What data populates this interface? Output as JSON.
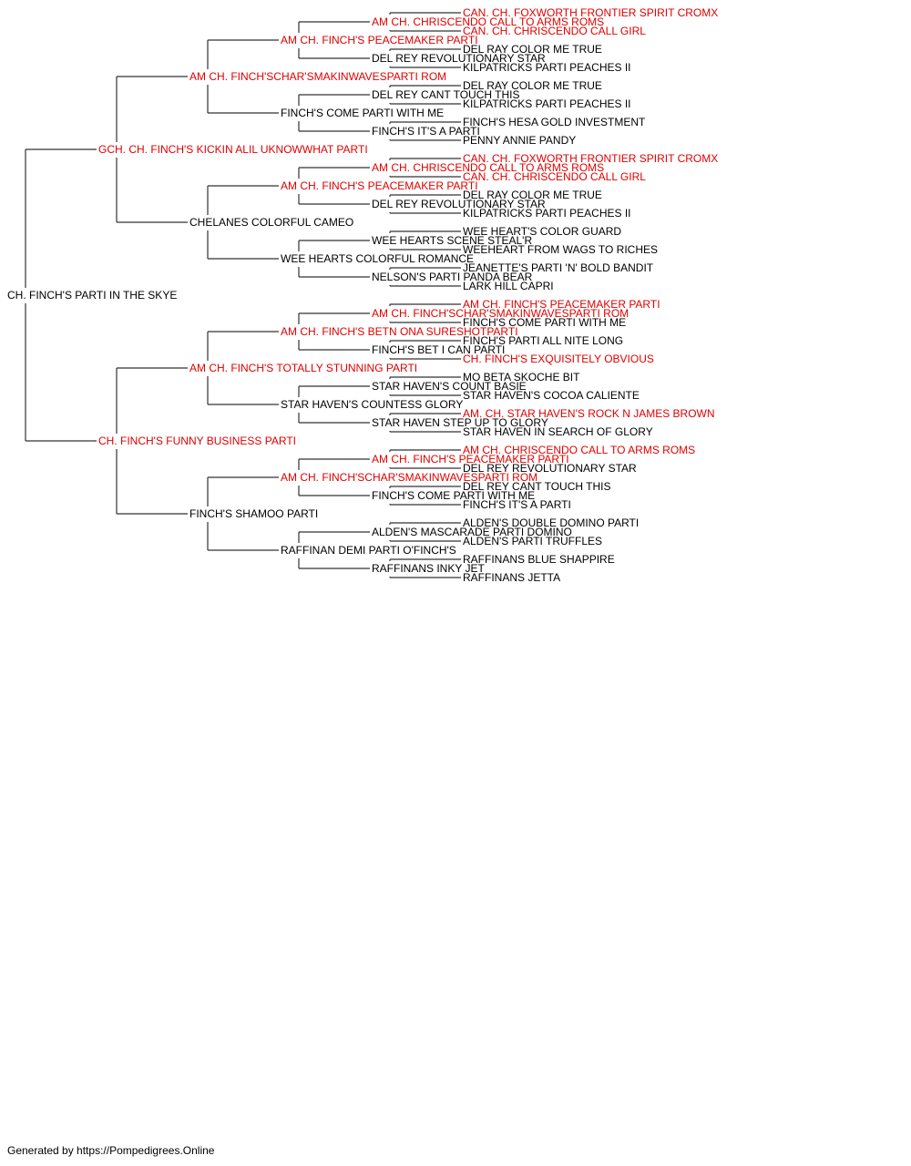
{
  "colors": {
    "titled": "#e00000",
    "plain": "#000000",
    "line": "#333333"
  },
  "pedigree": {
    "n": "CH. FINCH'S PARTI IN THE SKYE",
    "t": false,
    "s": {
      "n": "GCH. CH. FINCH'S KICKIN ALIL UKNOWWHAT PARTI",
      "t": true,
      "s": {
        "n": "AM CH. FINCH'SCHAR'SMAKINWAVESPARTI ROM",
        "t": true,
        "s": {
          "n": "AM CH. FINCH'S PEACEMAKER PARTI",
          "t": true,
          "s": {
            "n": "AM CH. CHRISCENDO CALL TO ARMS ROMS",
            "t": true,
            "s": {
              "n": "CAN. CH. FOXWORTH FRONTIER SPIRIT CROMX",
              "t": true
            },
            "d": {
              "n": "CAN. CH. CHRISCENDO CALL GIRL",
              "t": true
            }
          },
          "d": {
            "n": "DEL REY REVOLUTIONARY STAR",
            "t": false,
            "s": {
              "n": "DEL RAY COLOR ME TRUE",
              "t": false
            },
            "d": {
              "n": "KILPATRICKS PARTI PEACHES II",
              "t": false
            }
          }
        },
        "d": {
          "n": "FINCH'S COME PARTI WITH ME",
          "t": false,
          "s": {
            "n": "DEL REY CANT TOUCH THIS",
            "t": false,
            "s": {
              "n": "DEL RAY COLOR ME TRUE",
              "t": false
            },
            "d": {
              "n": "KILPATRICKS PARTI PEACHES II",
              "t": false
            }
          },
          "d": {
            "n": "FINCH'S IT'S A PARTI",
            "t": false,
            "s": {
              "n": "FINCH'S HESA GOLD INVESTMENT",
              "t": false
            },
            "d": {
              "n": "PENNY ANNIE PANDY",
              "t": false
            }
          }
        }
      },
      "d": {
        "n": "CHELANES COLORFUL CAMEO",
        "t": false,
        "s": {
          "n": "AM CH. FINCH'S PEACEMAKER PARTI",
          "t": true,
          "s": {
            "n": "AM CH. CHRISCENDO CALL TO ARMS ROMS",
            "t": true,
            "s": {
              "n": "CAN. CH. FOXWORTH FRONTIER SPIRIT CROMX",
              "t": true
            },
            "d": {
              "n": "CAN. CH. CHRISCENDO CALL GIRL",
              "t": true
            }
          },
          "d": {
            "n": "DEL REY REVOLUTIONARY STAR",
            "t": false,
            "s": {
              "n": "DEL RAY COLOR ME TRUE",
              "t": false
            },
            "d": {
              "n": "KILPATRICKS PARTI PEACHES II",
              "t": false
            }
          }
        },
        "d": {
          "n": "WEE HEARTS COLORFUL ROMANCE",
          "t": false,
          "s": {
            "n": "WEE HEARTS SCENE STEAL'R",
            "t": false,
            "s": {
              "n": "WEE HEART'S COLOR GUARD",
              "t": false
            },
            "d": {
              "n": "WEEHEART FROM WAGS TO RICHES",
              "t": false
            }
          },
          "d": {
            "n": "NELSON'S PARTI PANDA BEAR",
            "t": false,
            "s": {
              "n": "JEANETTE'S PARTI 'N' BOLD BANDIT",
              "t": false
            },
            "d": {
              "n": "LARK HILL CAPRI",
              "t": false
            }
          }
        }
      }
    },
    "d": {
      "n": "CH. FINCH'S FUNNY BUSINESS PARTI",
      "t": true,
      "s": {
        "n": "AM CH. FINCH'S TOTALLY STUNNING PARTI",
        "t": true,
        "s": {
          "n": "AM CH. FINCH'S BETN ONA SURESHOTPARTI",
          "t": true,
          "s": {
            "n": "AM CH. FINCH'SCHAR'SMAKINWAVESPARTI ROM",
            "t": true,
            "s": {
              "n": "AM CH. FINCH'S PEACEMAKER PARTI",
              "t": true
            },
            "d": {
              "n": "FINCH'S COME PARTI WITH ME",
              "t": false
            }
          },
          "d": {
            "n": "FINCH'S BET I CAN PARTI",
            "t": false,
            "s": {
              "n": "FINCH'S PARTI ALL NITE LONG",
              "t": false
            },
            "d": {
              "n": "CH. FINCH'S EXQUISITELY OBVIOUS",
              "t": true
            }
          }
        },
        "d": {
          "n": "STAR HAVEN'S COUNTESS GLORY",
          "t": false,
          "s": {
            "n": "STAR HAVEN'S COUNT BASIE",
            "t": false,
            "s": {
              "n": "MO BETA SKOCHE BIT",
              "t": false
            },
            "d": {
              "n": "STAR HAVEN'S COCOA CALIENTE",
              "t": false
            }
          },
          "d": {
            "n": "STAR HAVEN STEP UP TO GLORY",
            "t": false,
            "s": {
              "n": "AM. CH. STAR HAVEN'S ROCK N JAMES BROWN",
              "t": true
            },
            "d": {
              "n": "STAR HAVEN IN SEARCH OF GLORY",
              "t": false
            }
          }
        }
      },
      "d": {
        "n": "FINCH'S SHAMOO PARTI",
        "t": false,
        "s": {
          "n": "AM CH. FINCH'SCHAR'SMAKINWAVESPARTI ROM",
          "t": true,
          "s": {
            "n": "AM CH. FINCH'S PEACEMAKER PARTI",
            "t": true,
            "s": {
              "n": "AM CH. CHRISCENDO CALL TO ARMS ROMS",
              "t": true
            },
            "d": {
              "n": "DEL REY REVOLUTIONARY STAR",
              "t": false
            }
          },
          "d": {
            "n": "FINCH'S COME PARTI WITH ME",
            "t": false,
            "s": {
              "n": "DEL REY CANT TOUCH THIS",
              "t": false
            },
            "d": {
              "n": "FINCH'S IT'S A PARTI",
              "t": false
            }
          }
        },
        "d": {
          "n": "RAFFINAN DEMI PARTI O'FINCH'S",
          "t": false,
          "s": {
            "n": "ALDEN'S MASCARADE PARTI DOMINO",
            "t": false,
            "s": {
              "n": "ALDEN'S DOUBLE DOMINO PARTI",
              "t": false
            },
            "d": {
              "n": "ALDEN'S PARTI TRUFFLES",
              "t": false
            }
          },
          "d": {
            "n": "RAFFINANS INKY JET",
            "t": false,
            "s": {
              "n": "RAFFINANS BLUE SHAPPIRE",
              "t": false
            },
            "d": {
              "n": "RAFFINANS JETTA",
              "t": false
            }
          }
        }
      }
    }
  },
  "footer": {
    "text": "Generated by https://Pompedigrees.Online"
  }
}
